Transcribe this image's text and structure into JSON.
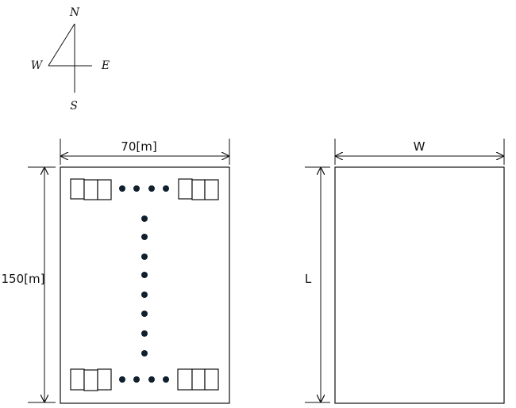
{
  "compass": {
    "north": "N",
    "south": "S",
    "east": "E",
    "west": "W"
  },
  "left_plan": {
    "width_label": "70[m]",
    "length_label": "150[m]"
  },
  "right_plan": {
    "width_label": "W",
    "length_label": "L"
  },
  "colors": {
    "line": "#111111",
    "dot": "#0f1f2e",
    "background": "#ffffff"
  },
  "icons": {
    "arrowhead": "dimension-arrowhead"
  }
}
